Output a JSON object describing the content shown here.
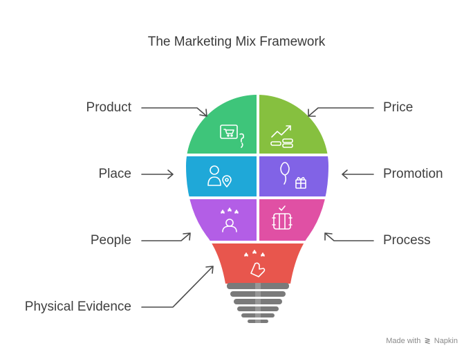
{
  "title": "The Marketing Mix Framework",
  "segments": {
    "product": {
      "label": "Product",
      "color": "#3ec57a",
      "icon": "shopping-cart-icon"
    },
    "price": {
      "label": "Price",
      "color": "#86c03f",
      "icon": "growth-chart-coins-icon"
    },
    "place": {
      "label": "Place",
      "color": "#1fa8d8",
      "icon": "person-location-icon"
    },
    "promotion": {
      "label": "Promotion",
      "color": "#8163e6",
      "icon": "balloon-gift-icon"
    },
    "people": {
      "label": "People",
      "color": "#b35ee6",
      "icon": "person-stars-icon"
    },
    "process": {
      "label": "Process",
      "color": "#e050a4",
      "icon": "process-columns-icon"
    },
    "physical": {
      "label": "Physical Evidence",
      "color": "#e8564d",
      "icon": "stars-hand-icon"
    }
  },
  "bulb_base_color": "#7a7a7a",
  "credit": {
    "prefix": "Made with",
    "brand": "Napkin"
  }
}
